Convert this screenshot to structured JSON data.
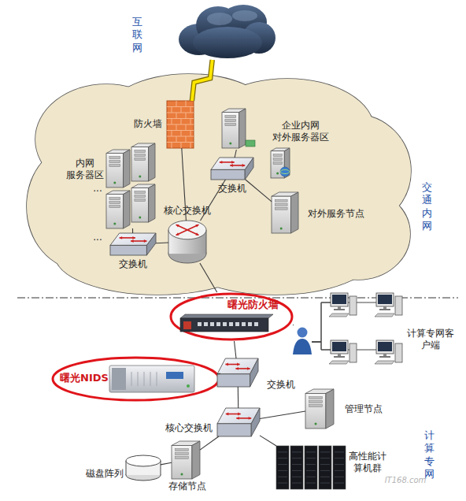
{
  "diagram": {
    "nodes": [
      {
        "text": [
          "互联网"
        ]
      },
      {
        "text": [
          "交通内网"
        ]
      },
      {
        "text": [
          "防火墙"
        ],
        "in": 1
      },
      {
        "text": [
          "企业内网 对外服务器区"
        ],
        "in": 1
      },
      {
        "text": [
          "交换机"
        ],
        "in": 1
      },
      {
        "text": [
          "对外服务节点"
        ],
        "in": 1
      },
      {
        "text": [
          "内网 服务器区"
        ],
        "in": 1
      },
      {
        "text": [
          "交换机"
        ],
        "in": 1
      },
      {
        "text": [
          "核心交换机"
        ],
        "in": 1
      },
      {
        "text": [
          "曙光防火墙"
        ]
      },
      {
        "text": [
          "曙光NIDS"
        ]
      },
      {
        "text": [
          "交换机"
        ]
      },
      {
        "text": [
          "计算专网客户端"
        ]
      },
      {
        "text": [
          "管理节点"
        ]
      },
      {
        "text": [
          "核心交换机"
        ]
      },
      {
        "text": [
          "存储节点"
        ]
      },
      {
        "text": [
          "磁盘阵列"
        ]
      },
      {
        "text": [
          "高性能计算机群"
        ]
      }
    ],
    "edges": [
      {
        "from": 0,
        "to": 2,
        "arrow": "none"
      },
      {
        "from": 2,
        "to": 8,
        "arrow": "none"
      },
      {
        "from": 3,
        "to": 4,
        "arrow": "none"
      },
      {
        "from": 4,
        "to": 5,
        "arrow": "none"
      },
      {
        "from": 4,
        "to": 8,
        "arrow": "none"
      },
      {
        "from": 6,
        "to": 7,
        "arrow": "none"
      },
      {
        "from": 7,
        "to": 8,
        "arrow": "none"
      },
      {
        "from": 8,
        "to": 9,
        "arrow": "none"
      },
      {
        "from": 9,
        "to": 12,
        "arrow": "none"
      },
      {
        "from": 9,
        "to": 11,
        "arrow": "none"
      },
      {
        "from": 10,
        "to": 11,
        "arrow": "none"
      },
      {
        "from": 11,
        "to": 14,
        "arrow": "none"
      },
      {
        "from": 14,
        "to": 13,
        "arrow": "none"
      },
      {
        "from": 14,
        "to": 15,
        "arrow": "none"
      },
      {
        "from": 14,
        "to": 17,
        "arrow": "none"
      },
      {
        "from": 15,
        "to": 16,
        "arrow": "none"
      }
    ],
    "labels": [
      "...",
      "...",
      "计算专网",
      "IT168.com"
    ]
  }
}
